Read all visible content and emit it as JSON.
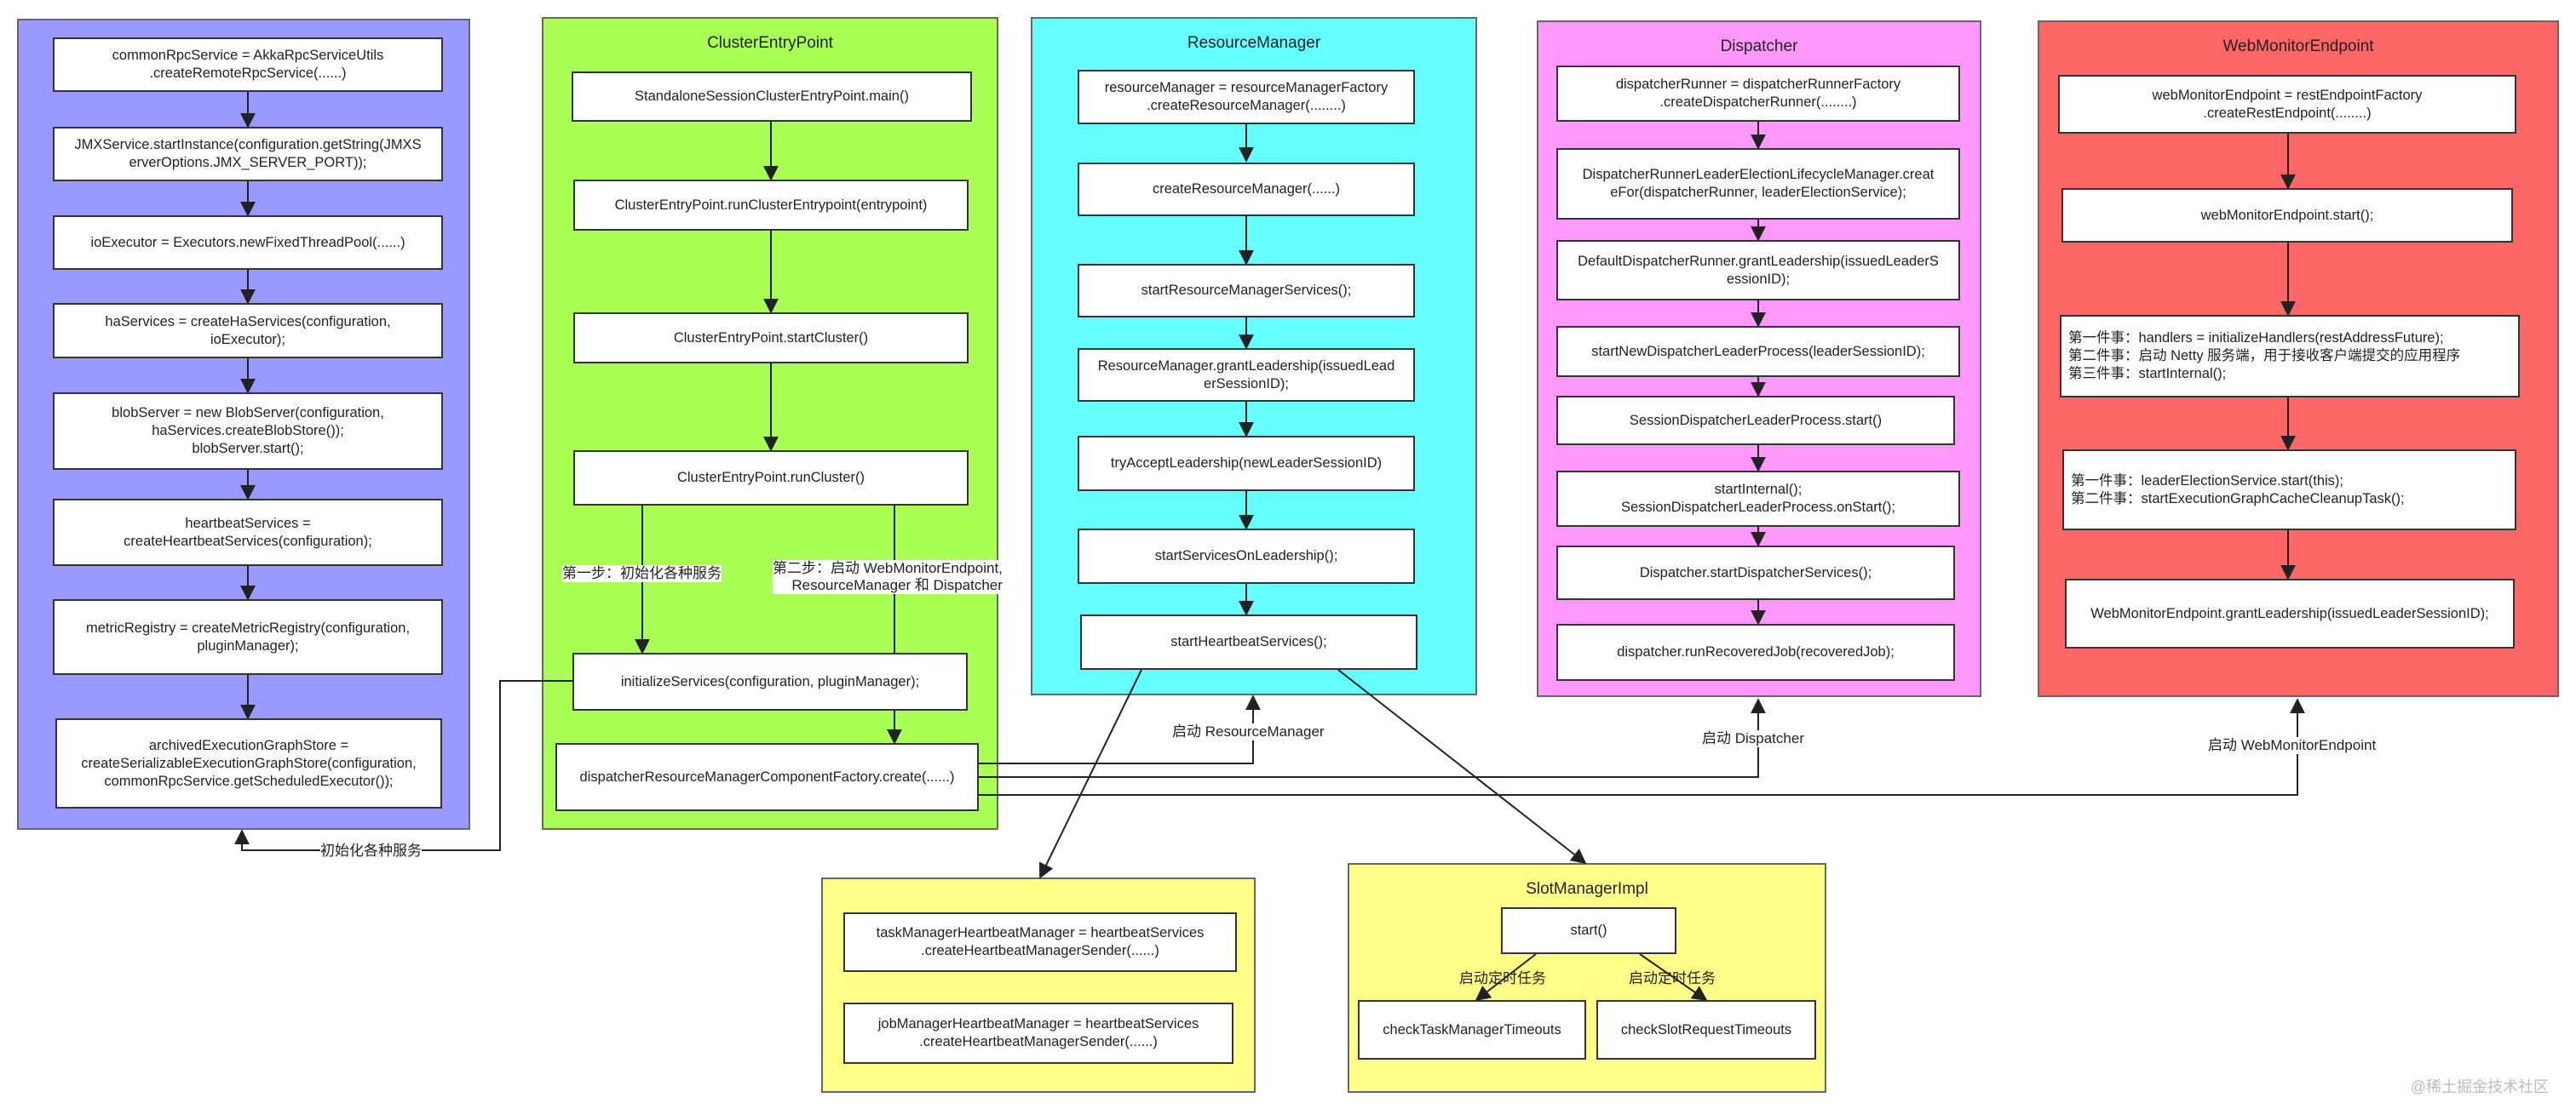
{
  "colors": {
    "blue_panel": "#9999ff",
    "green_panel": "#aaff55",
    "cyan_panel": "#66ffff",
    "pink_panel": "#ff99ff",
    "red_panel": "#ff6666",
    "yellow_panel": "#ffff88"
  },
  "services": {
    "nodes": [
      "commonRpcService = AkkaRpcServiceUtils\n.createRemoteRpcService(......)",
      "JMXService.startInstance(configuration.getString(JMXS\nerverOptions.JMX_SERVER_PORT));",
      "ioExecutor = Executors.newFixedThreadPool(......)",
      "haServices = createHaServices(configuration,\nioExecutor);",
      "blobServer = new BlobServer(configuration,\nhaServices.createBlobStore());\nblobServer.start();",
      "heartbeatServices =\ncreateHeartbeatServices(configuration);",
      "metricRegistry = createMetricRegistry(configuration,\npluginManager);",
      "archivedExecutionGraphStore =\ncreateSerializableExecutionGraphStore(configuration,\ncommonRpcService.getScheduledExecutor());"
    ]
  },
  "cluster": {
    "title": "ClusterEntryPoint",
    "nodes": [
      "StandaloneSessionClusterEntryPoint.main()",
      "ClusterEntryPoint.runClusterEntrypoint(entrypoint)",
      "ClusterEntryPoint.startCluster()",
      "ClusterEntryPoint.runCluster()",
      "initializeServices(configuration, pluginManager);",
      "dispatcherResourceManagerComponentFactory.create(......)"
    ],
    "step1": "第一步：初始化各种服务",
    "step2": "第二步：启动 WebMonitorEndpoint,\nResourceManager 和 Dispatcher"
  },
  "resource_manager": {
    "title": "ResourceManager",
    "nodes": [
      "resourceManager = resourceManagerFactory\n.createResourceManager(........)",
      "createResourceManager(......)",
      "startResourceManagerServices();",
      "ResourceManager.grantLeadership(issuedLead\nerSessionID);",
      "tryAcceptLeadership(newLeaderSessionID)",
      "startServicesOnLeadership();",
      "startHeartbeatServices();"
    ]
  },
  "dispatcher": {
    "title": "Dispatcher",
    "nodes": [
      "dispatcherRunner = dispatcherRunnerFactory\n.createDispatcherRunner(........)",
      "DispatcherRunnerLeaderElectionLifecycleManager.creat\neFor(dispatcherRunner, leaderElectionService);",
      "DefaultDispatcherRunner.grantLeadership(issuedLeaderS\nessionID);",
      "startNewDispatcherLeaderProcess(leaderSessionID);",
      "SessionDispatcherLeaderProcess.start()",
      "startInternal();\nSessionDispatcherLeaderProcess.onStart();",
      "Dispatcher.startDispatcherServices();",
      "dispatcher.runRecoveredJob(recoveredJob);"
    ]
  },
  "web_monitor": {
    "title": "WebMonitorEndpoint",
    "nodes": [
      "webMonitorEndpoint = restEndpointFactory\n.createRestEndpoint(........)",
      "webMonitorEndpoint.start();",
      "第一件事：handlers = initializeHandlers(restAddressFuture);\n第二件事：启动 Netty 服务端，用于接收客户端提交的应用程序\n第三件事：startInternal();",
      "第一件事：leaderElectionService.start(this);\n第二件事：startExecutionGraphCacheCleanupTask();",
      "WebMonitorEndpoint.grantLeadership(issuedLeaderSessionID);"
    ]
  },
  "heartbeat": {
    "nodes": [
      "taskManagerHeartbeatManager = heartbeatServices\n.createHeartbeatManagerSender(......)",
      "jobManagerHeartbeatManager = heartbeatServices\n.createHeartbeatManagerSender(......)"
    ]
  },
  "slot_manager": {
    "title": "SlotManagerImpl",
    "nodes": [
      "start()",
      "checkTaskManagerTimeouts",
      "checkSlotRequestTimeouts"
    ],
    "label_left": "启动定时任务",
    "label_right": "启动定时任务"
  },
  "edge_labels": {
    "init_services": "初始化各种服务",
    "start_rm": "启动 ResourceManager",
    "start_dispatcher": "启动 Dispatcher",
    "start_web": "启动 WebMonitorEndpoint"
  },
  "watermark": "@稀土掘金技术社区"
}
